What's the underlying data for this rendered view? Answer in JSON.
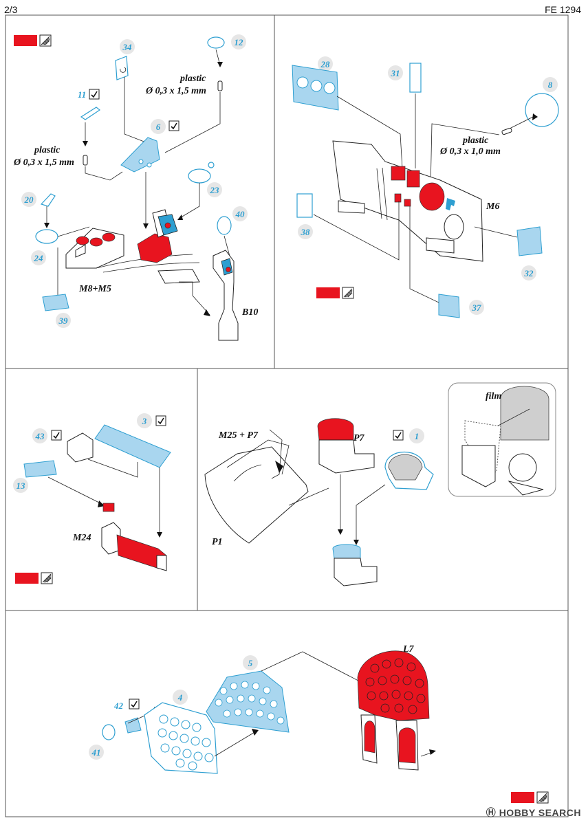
{
  "header": {
    "page": "2/3",
    "code": "FE 1294"
  },
  "colors": {
    "red": "#e8141f",
    "photoetch": "#a9d6ef",
    "accent": "#2e9fd1",
    "frame": "#555555"
  },
  "parts": {
    "p1": "1",
    "p3": "3",
    "p4": "4",
    "p5": "5",
    "p6": "6",
    "p8": "8",
    "p11": "11",
    "p12": "12",
    "p13": "13",
    "p20": "20",
    "p23": "23",
    "p24": "24",
    "p28": "28",
    "p31": "31",
    "p32": "32",
    "p34": "34",
    "p37": "37",
    "p38": "38",
    "p39": "39",
    "p40": "40",
    "p41": "41",
    "p42": "42",
    "p43": "43"
  },
  "labels": {
    "plastic": "plastic",
    "rod_15_a": "Ø 0,3 x 1,5 mm",
    "rod_15_b": "Ø 0,3 x 1,5 mm",
    "rod_10": "Ø 0,3 x 1,0 mm",
    "m8m5": "M8+M5",
    "b10": "B10",
    "m6": "M6",
    "m24": "M24",
    "m25p7": "M25 + P7",
    "p7": "P7",
    "p1": "P1",
    "film": "film",
    "l7": "L7"
  },
  "watermark": "HOBBY SEARCH",
  "icons": [
    "paint-swatch-icon",
    "bend-checkmark-icon",
    "watermark-logo-icon"
  ]
}
